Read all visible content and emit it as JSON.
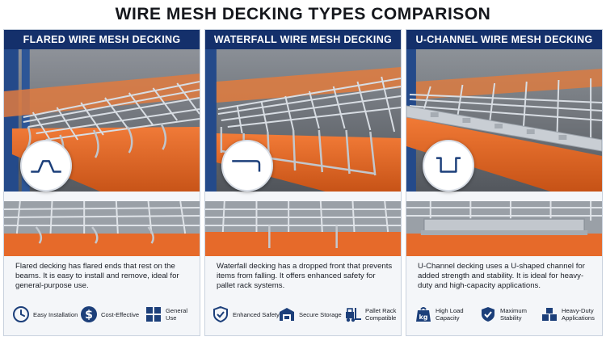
{
  "title": "WIRE MESH DECKING TYPES COMPARISON",
  "colors": {
    "header": "#14306b",
    "beam": "#e8682a",
    "upright": "#244a8a",
    "icon": "#1c3f7a"
  },
  "columns": [
    {
      "heading": "FLARED WIRE MESH DECKING",
      "profile_icon": "flared-profile-icon",
      "description": "Flared decking has flared ends that rest on the beams. It is easy to install and remove, ideal for general-purpose use.",
      "features": [
        {
          "icon": "clock-icon",
          "label": "Easy Installation"
        },
        {
          "icon": "dollar-icon",
          "label": "Cost-Effective"
        },
        {
          "icon": "grid-icon",
          "label": "General Use"
        }
      ]
    },
    {
      "heading": "WATERFALL WIRE MESH DECKING",
      "profile_icon": "waterfall-profile-icon",
      "description": "Waterfall decking has a dropped front that prevents items from falling. It offers enhanced safety for pallet rack systems.",
      "features": [
        {
          "icon": "shield-check-icon",
          "label": "Enhanced Safety"
        },
        {
          "icon": "storage-box-icon",
          "label": "Secure Storage"
        },
        {
          "icon": "forklift-icon",
          "label": "Pallet Rack Compatible"
        }
      ]
    },
    {
      "heading": "U-CHANNEL WIRE MESH DECKING",
      "profile_icon": "u-channel-profile-icon",
      "description": "U-Channel decking uses a U-shaped channel for added strength and stability. It is ideal for heavy-duty and high-capacity applications.",
      "features": [
        {
          "icon": "weight-kg-icon",
          "label": "High Load Capacity",
          "badge": "kg"
        },
        {
          "icon": "shield-check-icon",
          "label": "Maximum Stability"
        },
        {
          "icon": "boxes-icon",
          "label": "Heavy-Duty Applications"
        }
      ]
    }
  ]
}
